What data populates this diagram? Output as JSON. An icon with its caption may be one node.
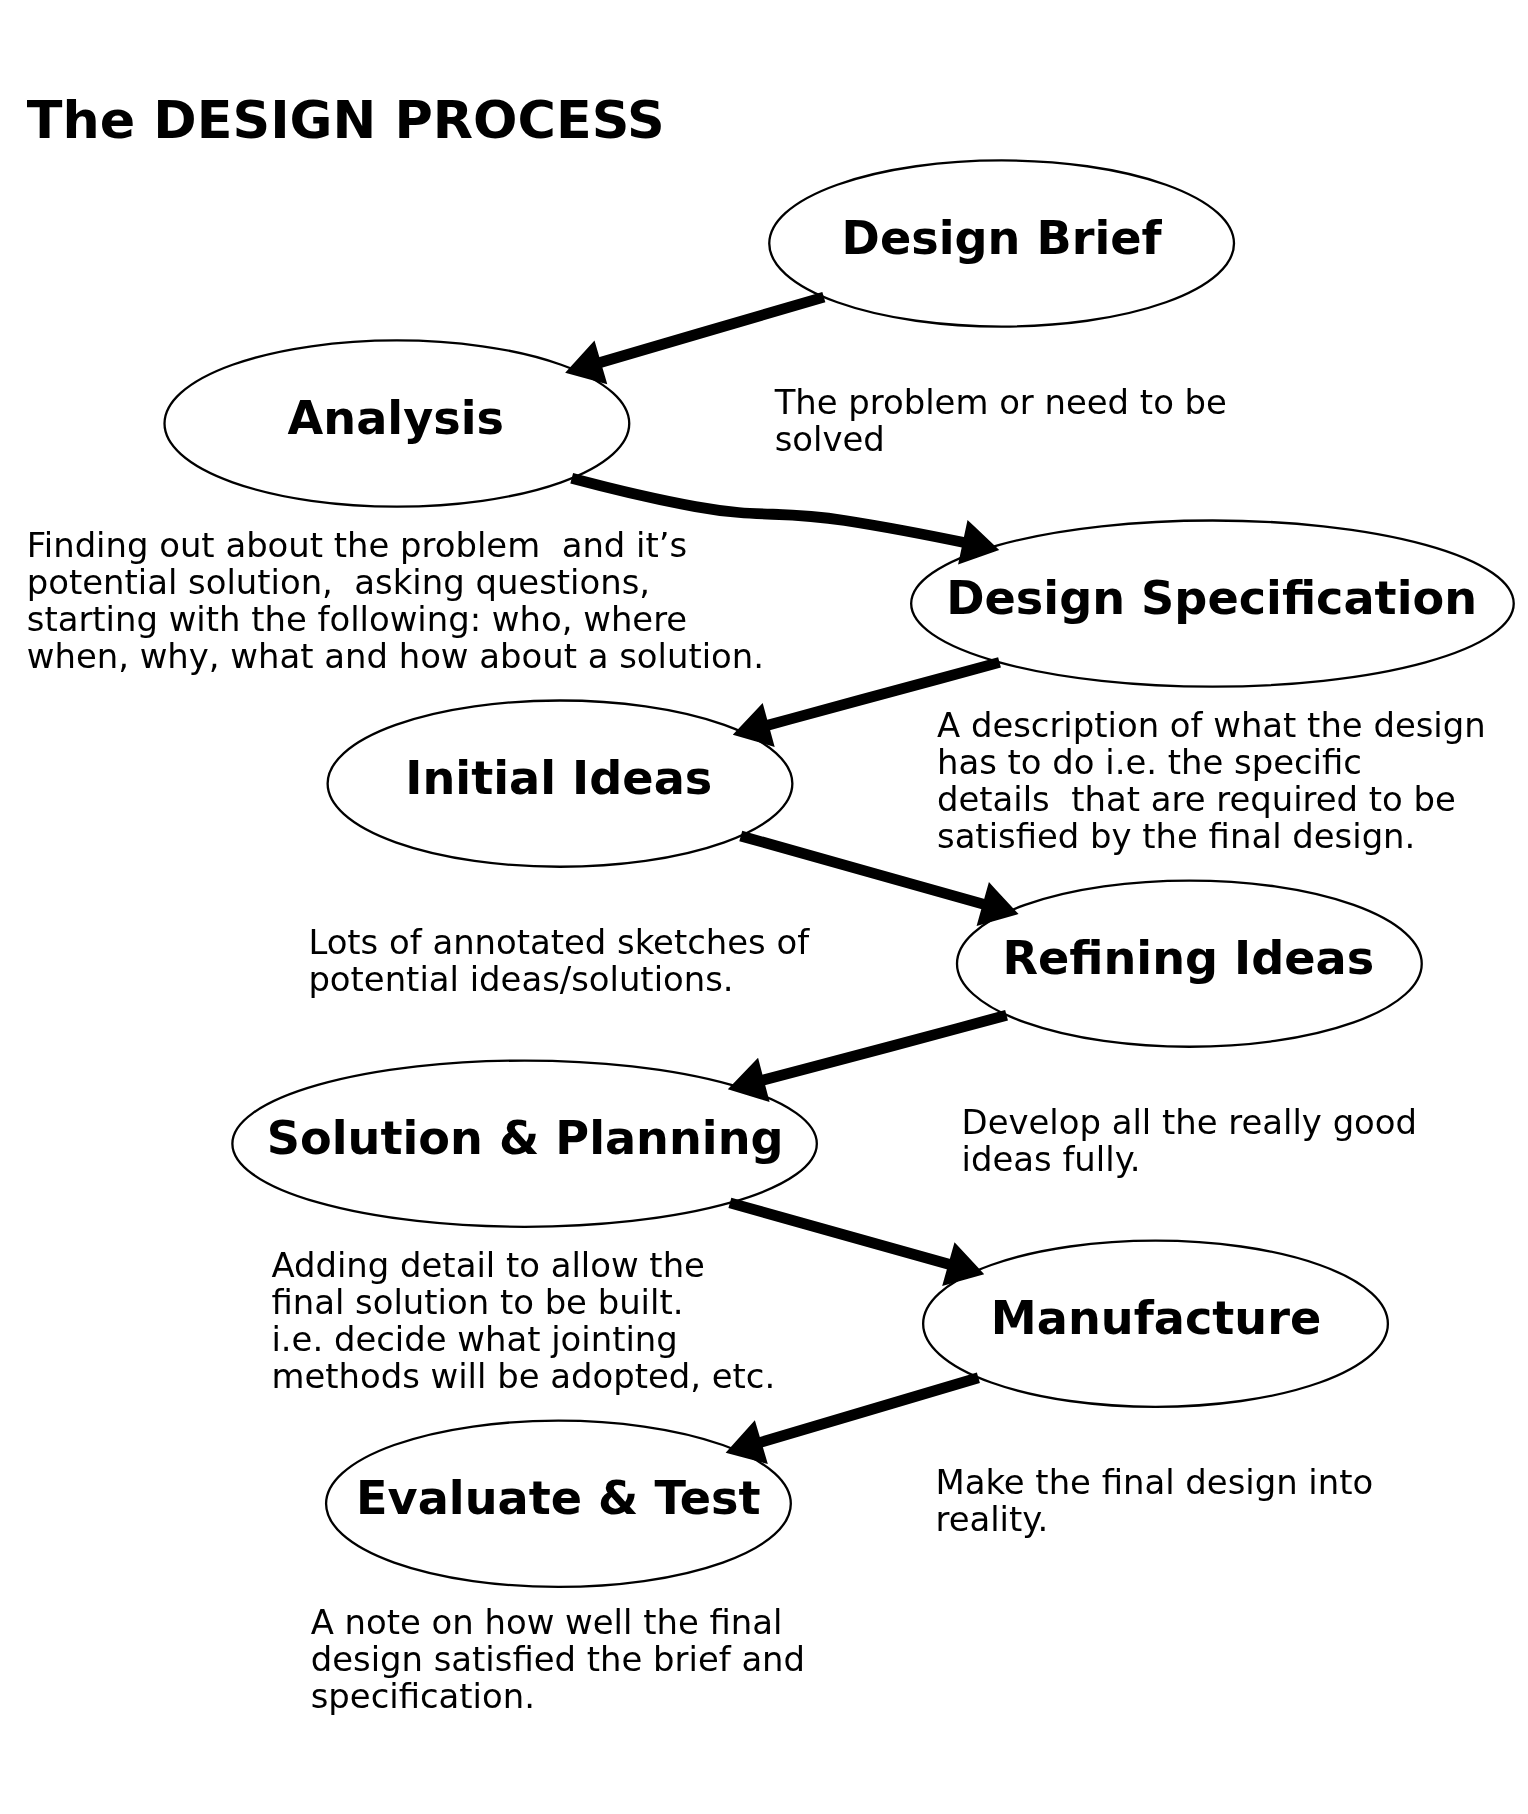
{
  "diagram": {
    "title": "The DESIGN PROCESS",
    "nodes": [
      {
        "text": [
          "Design Brief"
        ],
        "beside": [
          "The problem or need to be solved"
        ]
      },
      {
        "text": [
          "Analysis"
        ],
        "beside": [
          "Finding out about the problem  and it’s potential solution,  asking questions, starting with the following: who, where when, why, what and how about a solution."
        ]
      },
      {
        "text": [
          "Design Specification"
        ],
        "beside": [
          "A description of what the design has to do i.e. the specific details  that are required to be satisfied by the final design."
        ]
      },
      {
        "text": [
          "Initial Ideas"
        ],
        "beside": [
          "Lots of annotated sketches of potential ideas/solutions."
        ]
      },
      {
        "text": [
          "Refining Ideas"
        ],
        "beside": [
          "Develop all the really good ideas fully."
        ]
      },
      {
        "text": [
          "Solution & Planning"
        ],
        "beside": [
          "Adding detail to allow the final solution to be built.  i.e. decide what jointing methods will be adopted, etc."
        ]
      },
      {
        "text": [
          "Manufacture"
        ],
        "beside": [
          "Make the final design into reality."
        ]
      },
      {
        "text": [
          "Evaluate & Test"
        ],
        "beside": [
          "A note on how well the final design satisfied the brief and specification."
        ]
      }
    ],
    "edges": [
      {
        "from": 0,
        "to": 1,
        "arrow": "to"
      },
      {
        "from": 1,
        "to": 2,
        "arrow": "to"
      },
      {
        "from": 2,
        "to": 3,
        "arrow": "to"
      },
      {
        "from": 3,
        "to": 4,
        "arrow": "to"
      },
      {
        "from": 4,
        "to": 5,
        "arrow": "to"
      },
      {
        "from": 5,
        "to": 6,
        "arrow": "to"
      },
      {
        "from": 6,
        "to": 7,
        "arrow": "to"
      }
    ]
  }
}
